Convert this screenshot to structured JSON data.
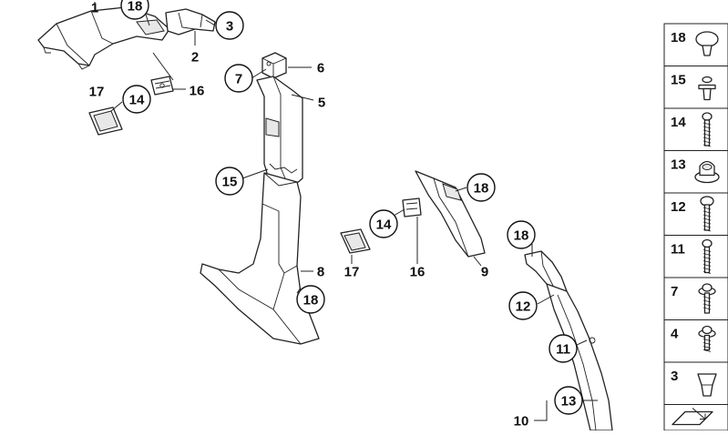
{
  "diagram": {
    "callouts": [
      {
        "id": "c1",
        "label": "1",
        "style": "plain"
      },
      {
        "id": "c18a",
        "label": "18",
        "style": "circle"
      },
      {
        "id": "c3",
        "label": "3",
        "style": "circle"
      },
      {
        "id": "c2",
        "label": "2",
        "style": "plain"
      },
      {
        "id": "c7",
        "label": "7",
        "style": "circle"
      },
      {
        "id": "c6",
        "label": "6",
        "style": "plain"
      },
      {
        "id": "c5",
        "label": "5",
        "style": "plain"
      },
      {
        "id": "c17a",
        "label": "17",
        "style": "plain"
      },
      {
        "id": "c14a",
        "label": "14",
        "style": "circle"
      },
      {
        "id": "c16a",
        "label": "16",
        "style": "plain"
      },
      {
        "id": "c15",
        "label": "15",
        "style": "circle"
      },
      {
        "id": "c8",
        "label": "8",
        "style": "plain"
      },
      {
        "id": "c18b",
        "label": "18",
        "style": "circle"
      },
      {
        "id": "c14b",
        "label": "14",
        "style": "circle"
      },
      {
        "id": "c17b",
        "label": "17",
        "style": "plain"
      },
      {
        "id": "c16b",
        "label": "16",
        "style": "plain"
      },
      {
        "id": "c18c",
        "label": "18",
        "style": "circle"
      },
      {
        "id": "c9",
        "label": "9",
        "style": "plain"
      },
      {
        "id": "c18d",
        "label": "18",
        "style": "circle"
      },
      {
        "id": "c12",
        "label": "12",
        "style": "circle"
      },
      {
        "id": "c11",
        "label": "11",
        "style": "circle"
      },
      {
        "id": "c13",
        "label": "13",
        "style": "circle"
      },
      {
        "id": "c10",
        "label": "10",
        "style": "plain"
      }
    ]
  },
  "legend": {
    "items": [
      {
        "label": "18",
        "icon": "push-rivet-round-head-icon"
      },
      {
        "label": "15",
        "icon": "expanding-rivet-icon"
      },
      {
        "label": "14",
        "icon": "long-screw-icon"
      },
      {
        "label": "13",
        "icon": "grommet-plug-icon"
      },
      {
        "label": "12",
        "icon": "fillister-screw-icon"
      },
      {
        "label": "11",
        "icon": "tapping-screw-icon"
      },
      {
        "label": "7",
        "icon": "washer-head-screw-icon"
      },
      {
        "label": "4",
        "icon": "short-washer-screw-icon"
      },
      {
        "label": "3",
        "icon": "clip-nut-icon"
      }
    ],
    "footer_icon": "bookmark-arrow-icon"
  }
}
